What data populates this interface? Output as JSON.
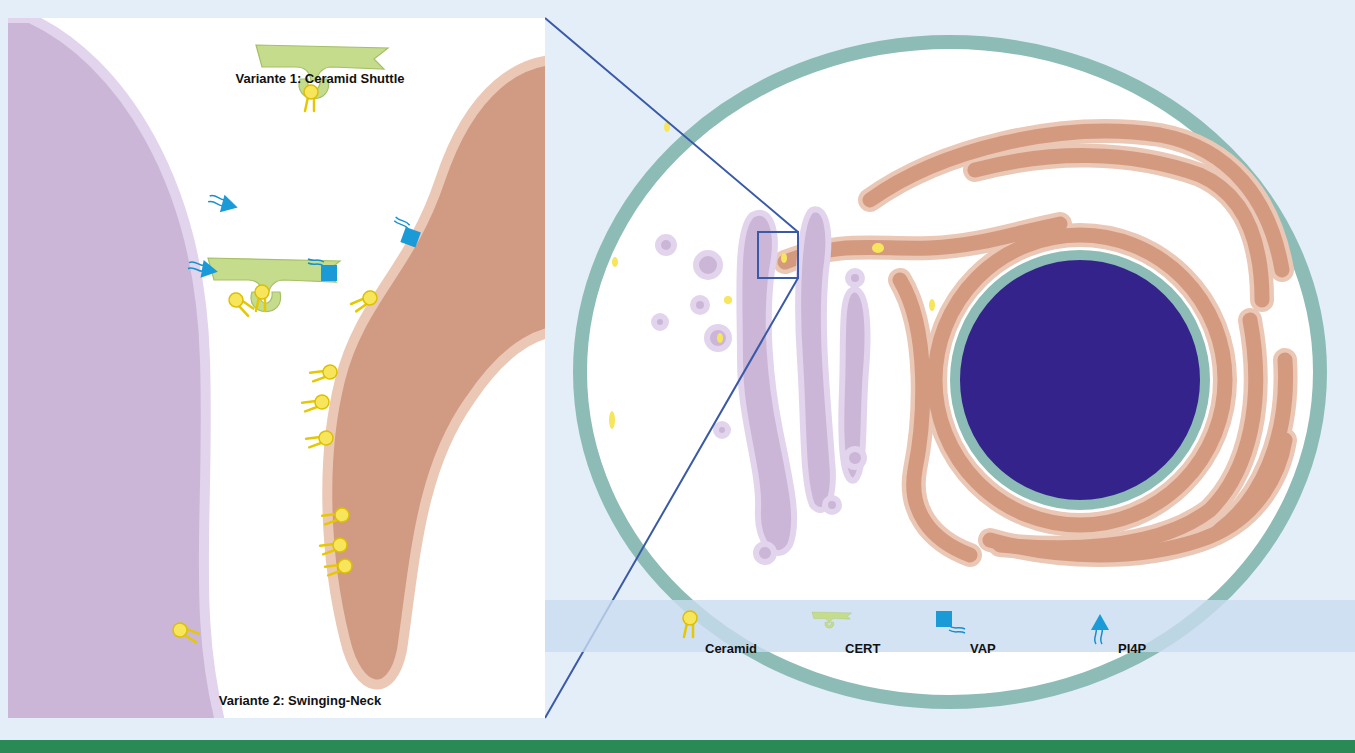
{
  "diagram": {
    "labels": [
      "Variante 1: Ceramid Shuttle",
      "Variante 2: Swinging-Neck"
    ],
    "legend": [
      {
        "text": "Ceramid"
      },
      {
        "text": "CERT"
      },
      {
        "text": "VAP"
      },
      {
        "text": "PI4P"
      }
    ]
  }
}
